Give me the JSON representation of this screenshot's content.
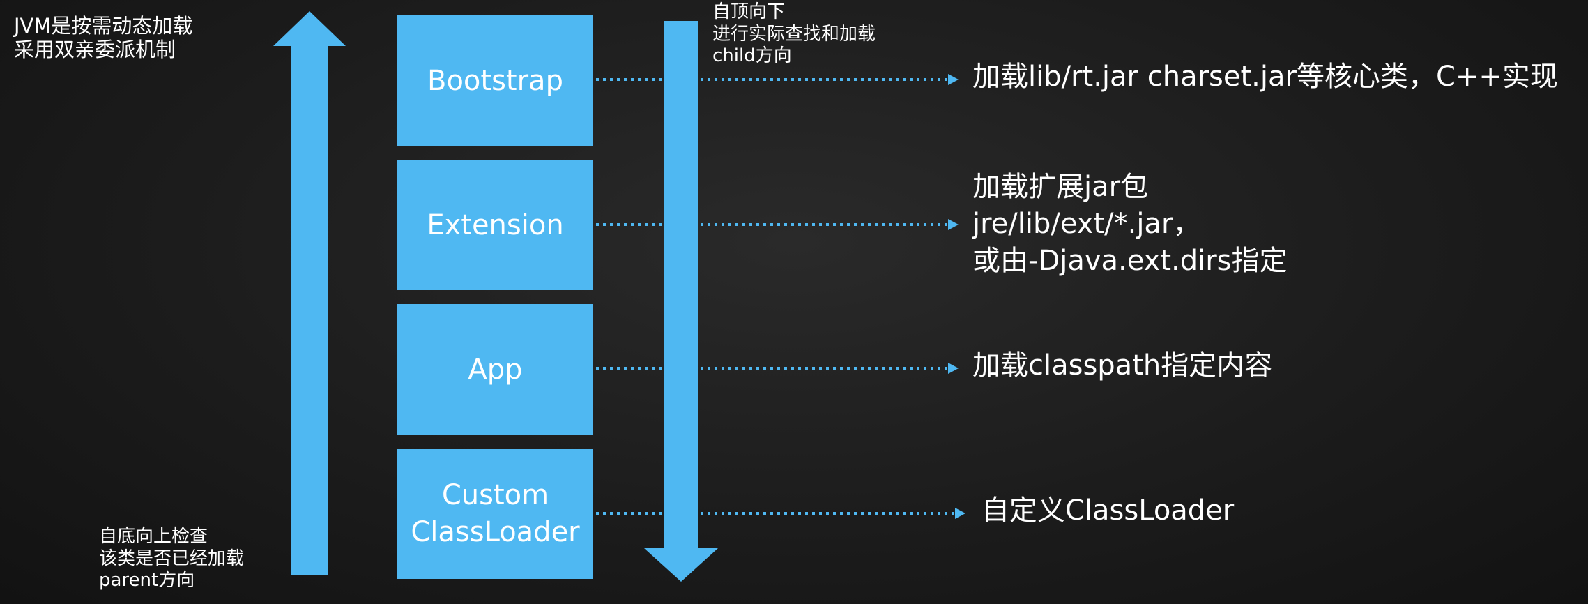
{
  "top_left_note": {
    "line1": "JVM是按需动态加载",
    "line2": "采用双亲委派机制"
  },
  "bottom_left_note": {
    "line1": "自底向上检查",
    "line2": "该类是否已经加载",
    "line3": "parent方向"
  },
  "top_right_note": {
    "line1": "自顶向下",
    "line2": "进行实际查找和加载",
    "line3": "child方向"
  },
  "loaders": {
    "bootstrap": {
      "label": "Bootstrap",
      "description": [
        "加载lib/rt.jar charset.jar等核心类，C++实现"
      ]
    },
    "extension": {
      "label": "Extension",
      "description": [
        "加载扩展jar包",
        "jre/lib/ext/*.jar，",
        "或由-Djava.ext.dirs指定"
      ]
    },
    "app": {
      "label": "App",
      "description": [
        "加载classpath指定内容"
      ]
    },
    "custom": {
      "label_line1": "Custom",
      "label_line2": "ClassLoader",
      "description": [
        "自定义ClassLoader"
      ]
    }
  },
  "colors": {
    "background": "#1c1c1c",
    "box_fill": "#4fb8f2",
    "arrow_fill": "#4fb8f2",
    "connector_dots": "#4fb8f2",
    "text": "#ffffff"
  }
}
